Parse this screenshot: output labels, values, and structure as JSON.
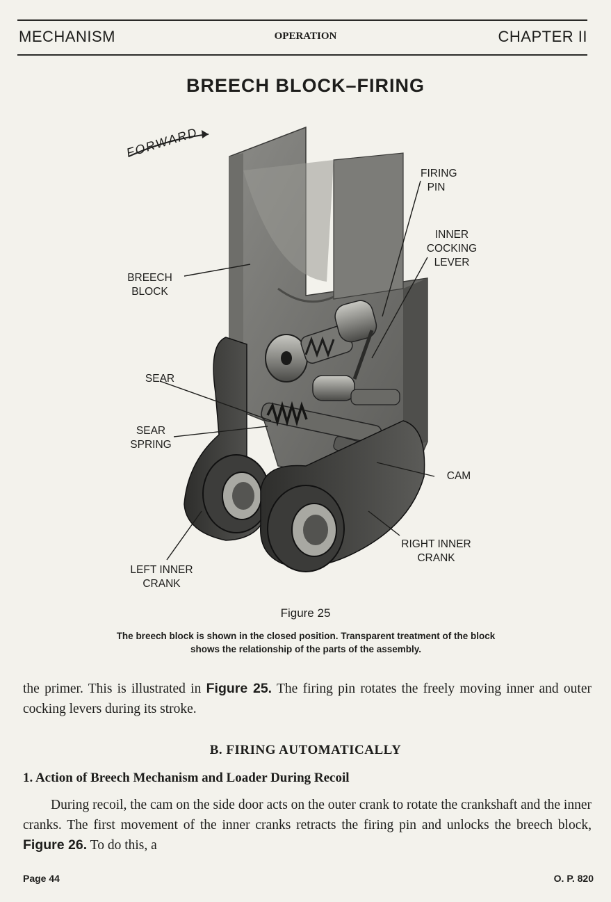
{
  "header": {
    "left": "MECHANISM",
    "center": "OPERATION",
    "right": "CHAPTER II"
  },
  "title": "BREECH BLOCK–FIRING",
  "figure": {
    "direction_label": "FORWARD",
    "callouts": {
      "firing_pin": "FIRING PIN",
      "inner_cocking_lever": "INNER COCKING LEVER",
      "breech_block": "BREECH BLOCK",
      "sear": "SEAR",
      "sear_spring": "SEAR SPRING",
      "cam": "CAM",
      "right_inner_crank": "RIGHT INNER CRANK",
      "left_inner_crank": "LEFT INNER CRANK"
    },
    "label": "Figure 25",
    "caption": "The breech block is shown in the closed position. Transparent treatment of the block shows the relationship of the parts of the assembly."
  },
  "paragraph1": {
    "part1": "the primer. This is illustrated in ",
    "ref": "Figure 25.",
    "part2": " The firing pin rotates the freely moving inner and outer cocking levers during its stroke."
  },
  "section_heading": "B. FIRING AUTOMATICALLY",
  "subsection_heading": "1. Action of Breech Mechanism and Loader During Recoil",
  "paragraph2": {
    "part1": "During recoil, the cam on the side door acts on the outer crank to rotate the crankshaft and the inner cranks. The first movement of the inner cranks retracts the firing pin and unlocks the breech block, ",
    "ref": "Figure 26.",
    "part2": " To do this, a"
  },
  "footer": {
    "page": "Page 44",
    "doc": "O. P. 820"
  }
}
